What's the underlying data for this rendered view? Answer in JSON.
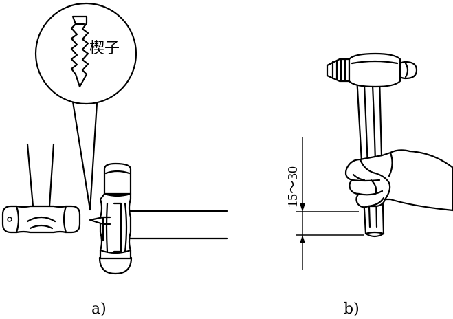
{
  "figure": {
    "wedge_label": "楔子",
    "dimension_label": "15～30",
    "caption_a": "a)",
    "caption_b": "b)"
  }
}
